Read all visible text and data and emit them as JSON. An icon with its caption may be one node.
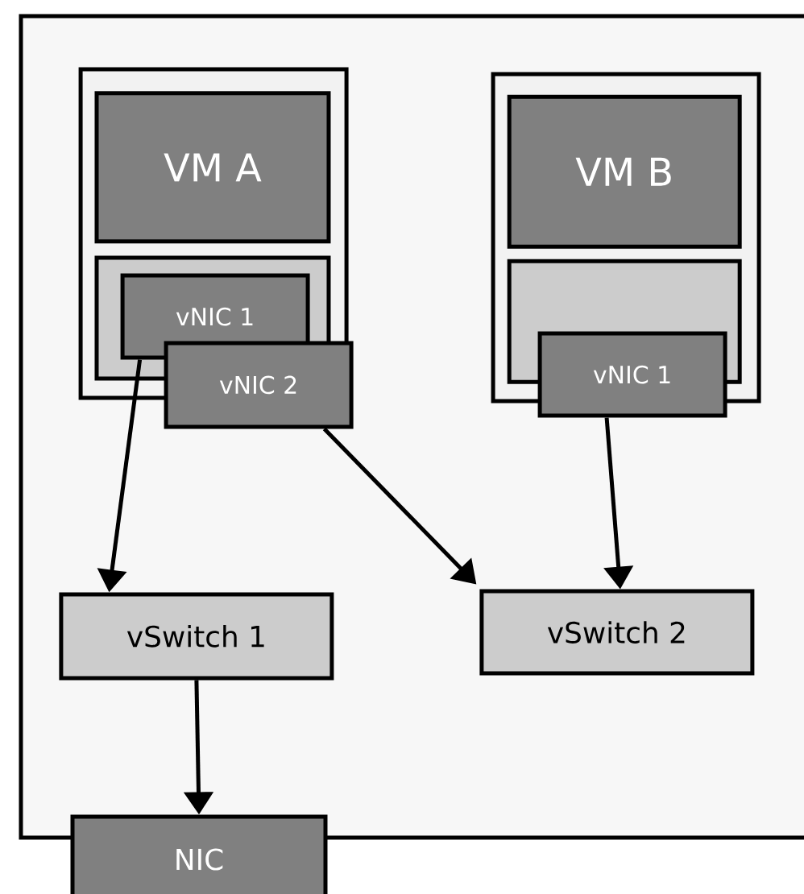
{
  "diagram": {
    "nodes": [
      {
        "text": [],
        "shape": "box"
      },
      {
        "text": [],
        "shape": "box",
        "in": 0
      },
      {
        "text": [
          "VM A"
        ],
        "in": 1
      },
      {
        "text": [],
        "shape": "box",
        "in": 1
      },
      {
        "text": [
          "vNIC 1"
        ],
        "in": 3
      },
      {
        "text": [
          "vNIC 2"
        ],
        "in": 0
      },
      {
        "text": [],
        "shape": "box",
        "in": 0
      },
      {
        "text": [
          "VM B"
        ],
        "in": 6
      },
      {
        "text": [],
        "shape": "box",
        "in": 6
      },
      {
        "text": [
          "vNIC 1"
        ],
        "in": 0
      },
      {
        "text": [
          "vSwitch 1"
        ],
        "in": 0
      },
      {
        "text": [
          "vSwitch 2"
        ],
        "in": 0
      },
      {
        "text": [
          "NIC"
        ]
      }
    ],
    "edges": [
      {
        "from": 4,
        "to": 10,
        "arrow": "to"
      },
      {
        "from": 5,
        "to": 11,
        "arrow": "to"
      },
      {
        "from": 9,
        "to": 11,
        "arrow": "to"
      },
      {
        "from": 10,
        "to": 12,
        "arrow": "to"
      }
    ]
  }
}
